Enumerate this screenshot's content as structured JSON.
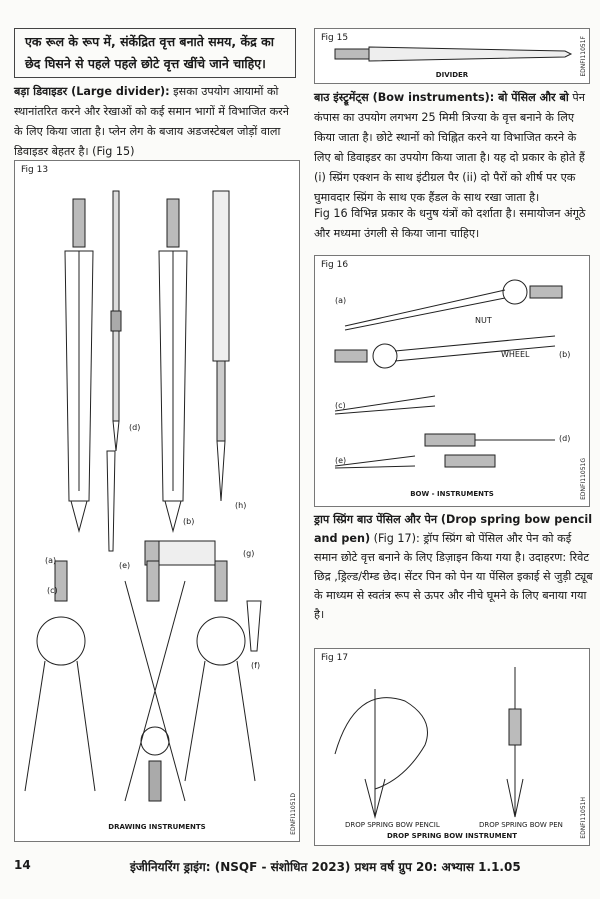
{
  "note_box": "एक रूल के रूप में, संकेंद्रित वृत्त बनाते समय, केंद्र का छेद घिसने से पहले पहले छोटे वृत्त खींचे जाने चाहिए।",
  "large_divider": {
    "heading": "बड़ा डिवाइडर (Large divider):",
    "text": " इसका उपयोग आयामों को स्थानांतरित करने और रेखाओं को कई समान भागों में विभाजित करने के लिए किया जाता है। प्लेन लेग  के बजाय अडजस्टेबल जोड़ों वाला डिवाइडर बेहतर है। (Fig 15)"
  },
  "bow_instruments": {
    "heading": "बाउ इंस्ट्रूमेंट्स (Bow instruments): बो पेंसिल और बो",
    "text": " पेन कंपास का उपयोग लगभग 25 मिमी त्रिज्या के वृत्त बनाने के लिए किया जाता है। छोटे स्थानों को चिह्नित करने या विभाजित करने के लिए बो डिवाइडर का उपयोग किया जाता है। यह दो प्रकार के होते हैं (i) स्प्रिंग एक्शन के साथ इंटीग्रल पैर (ii) दो पैरों को शीर्ष पर एक घुमावदार स्प्रिंग के साथ एक हैंडल के साथ रखा जाता है।"
  },
  "fig16_text": "Fig 16 विभिन्न प्रकार के धनुष यंत्रों को दर्शाता है। समायोजन अंगूठे और मध्यमा उंगली से किया जाना चाहिए।",
  "drop_spring": {
    "heading": "ड्राप स्प्रिंग बाउ पेंसिल और पेन (Drop spring bow pencil and pen)",
    "text": " (Fig 17): ड्रॉप स्प्रिंग बो पेंसिल और पेन को कई समान छोटे वृत्त बनाने के लिए डिज़ाइन किया गया है। उदाहरण: रिवेट छिद्र ,ड्रिल्ड/रीम्ड छेद। सेंटर  पिन को पेन या पेंसिल इकाई से जुड़ी ट्यूब के माध्यम से स्वतंत्र रूप से ऊपर और नीचे घूमने के लिए बनाया गया है।"
  },
  "fig13": {
    "caption": "Fig 13",
    "title": "DRAWING INSTRUMENTS",
    "code": "EDNFI11051D",
    "labels": [
      "(a)",
      "(b)",
      "(c)",
      "(d)",
      "(e)",
      "(f)",
      "(g)",
      "(h)"
    ]
  },
  "fig15": {
    "caption": "Fig 15",
    "title": "DIVIDER",
    "code": "EDNFI11051F"
  },
  "fig16": {
    "caption": "Fig 16",
    "title": "BOW - INSTRUMENTS",
    "code": "EDNFI11051G",
    "labels": [
      "(a)",
      "(b)",
      "(c)",
      "(d)",
      "(e)"
    ],
    "nut": "NUT",
    "wheel": "WHEEL"
  },
  "fig17": {
    "caption": "Fig 17",
    "title": "DROP SPRING BOW INSTRUMENT",
    "pencil": "DROP SPRING BOW PENCIL",
    "pen": "DROP SPRING BOW PEN",
    "code": "EDNFI11051H"
  },
  "footer": {
    "page": "14",
    "text": "इंजीनियरिंग ड्राइंग: (NSQF - संशोधित 2023) प्रथम वर्ष ग्रुप 20: अभ्यास 1.1.05"
  }
}
